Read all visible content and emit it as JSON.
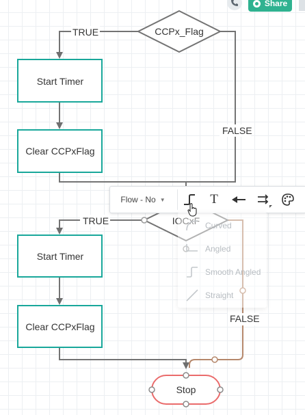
{
  "topbar": {
    "share_label": "Share",
    "phone_icon": "phone-icon",
    "share_icon": "globe-icon"
  },
  "flowchart": {
    "decision1": "CCPx_Flag",
    "decision2": "IOCxF",
    "process1": "Start Timer",
    "process2": "Clear CCPxFlag",
    "process3": "Start Timer",
    "process4": "Clear CCPxFlag",
    "terminal": "Stop",
    "label_true_1": "TRUE",
    "label_false_1": "FALSE",
    "label_true_2": "TRUE",
    "label_false_2": "FALSE",
    "colors": {
      "process_border": "#18a79a",
      "terminal_border": "#ea6b6b",
      "connector": "#737373",
      "selected_connector": "#b5876b"
    }
  },
  "toolbar": {
    "flow_label": "Flow - No",
    "icons": [
      "connector-style-icon",
      "text-icon",
      "arrow-left-icon",
      "arrow-direction-icon",
      "palette-icon"
    ]
  },
  "connector_menu": {
    "items": [
      {
        "label": "Curved",
        "icon": "curved-icon"
      },
      {
        "label": "Angled",
        "icon": "angled-icon"
      },
      {
        "label": "Smooth Angled",
        "icon": "smooth-angled-icon"
      },
      {
        "label": "Straight",
        "icon": "straight-icon"
      }
    ]
  }
}
